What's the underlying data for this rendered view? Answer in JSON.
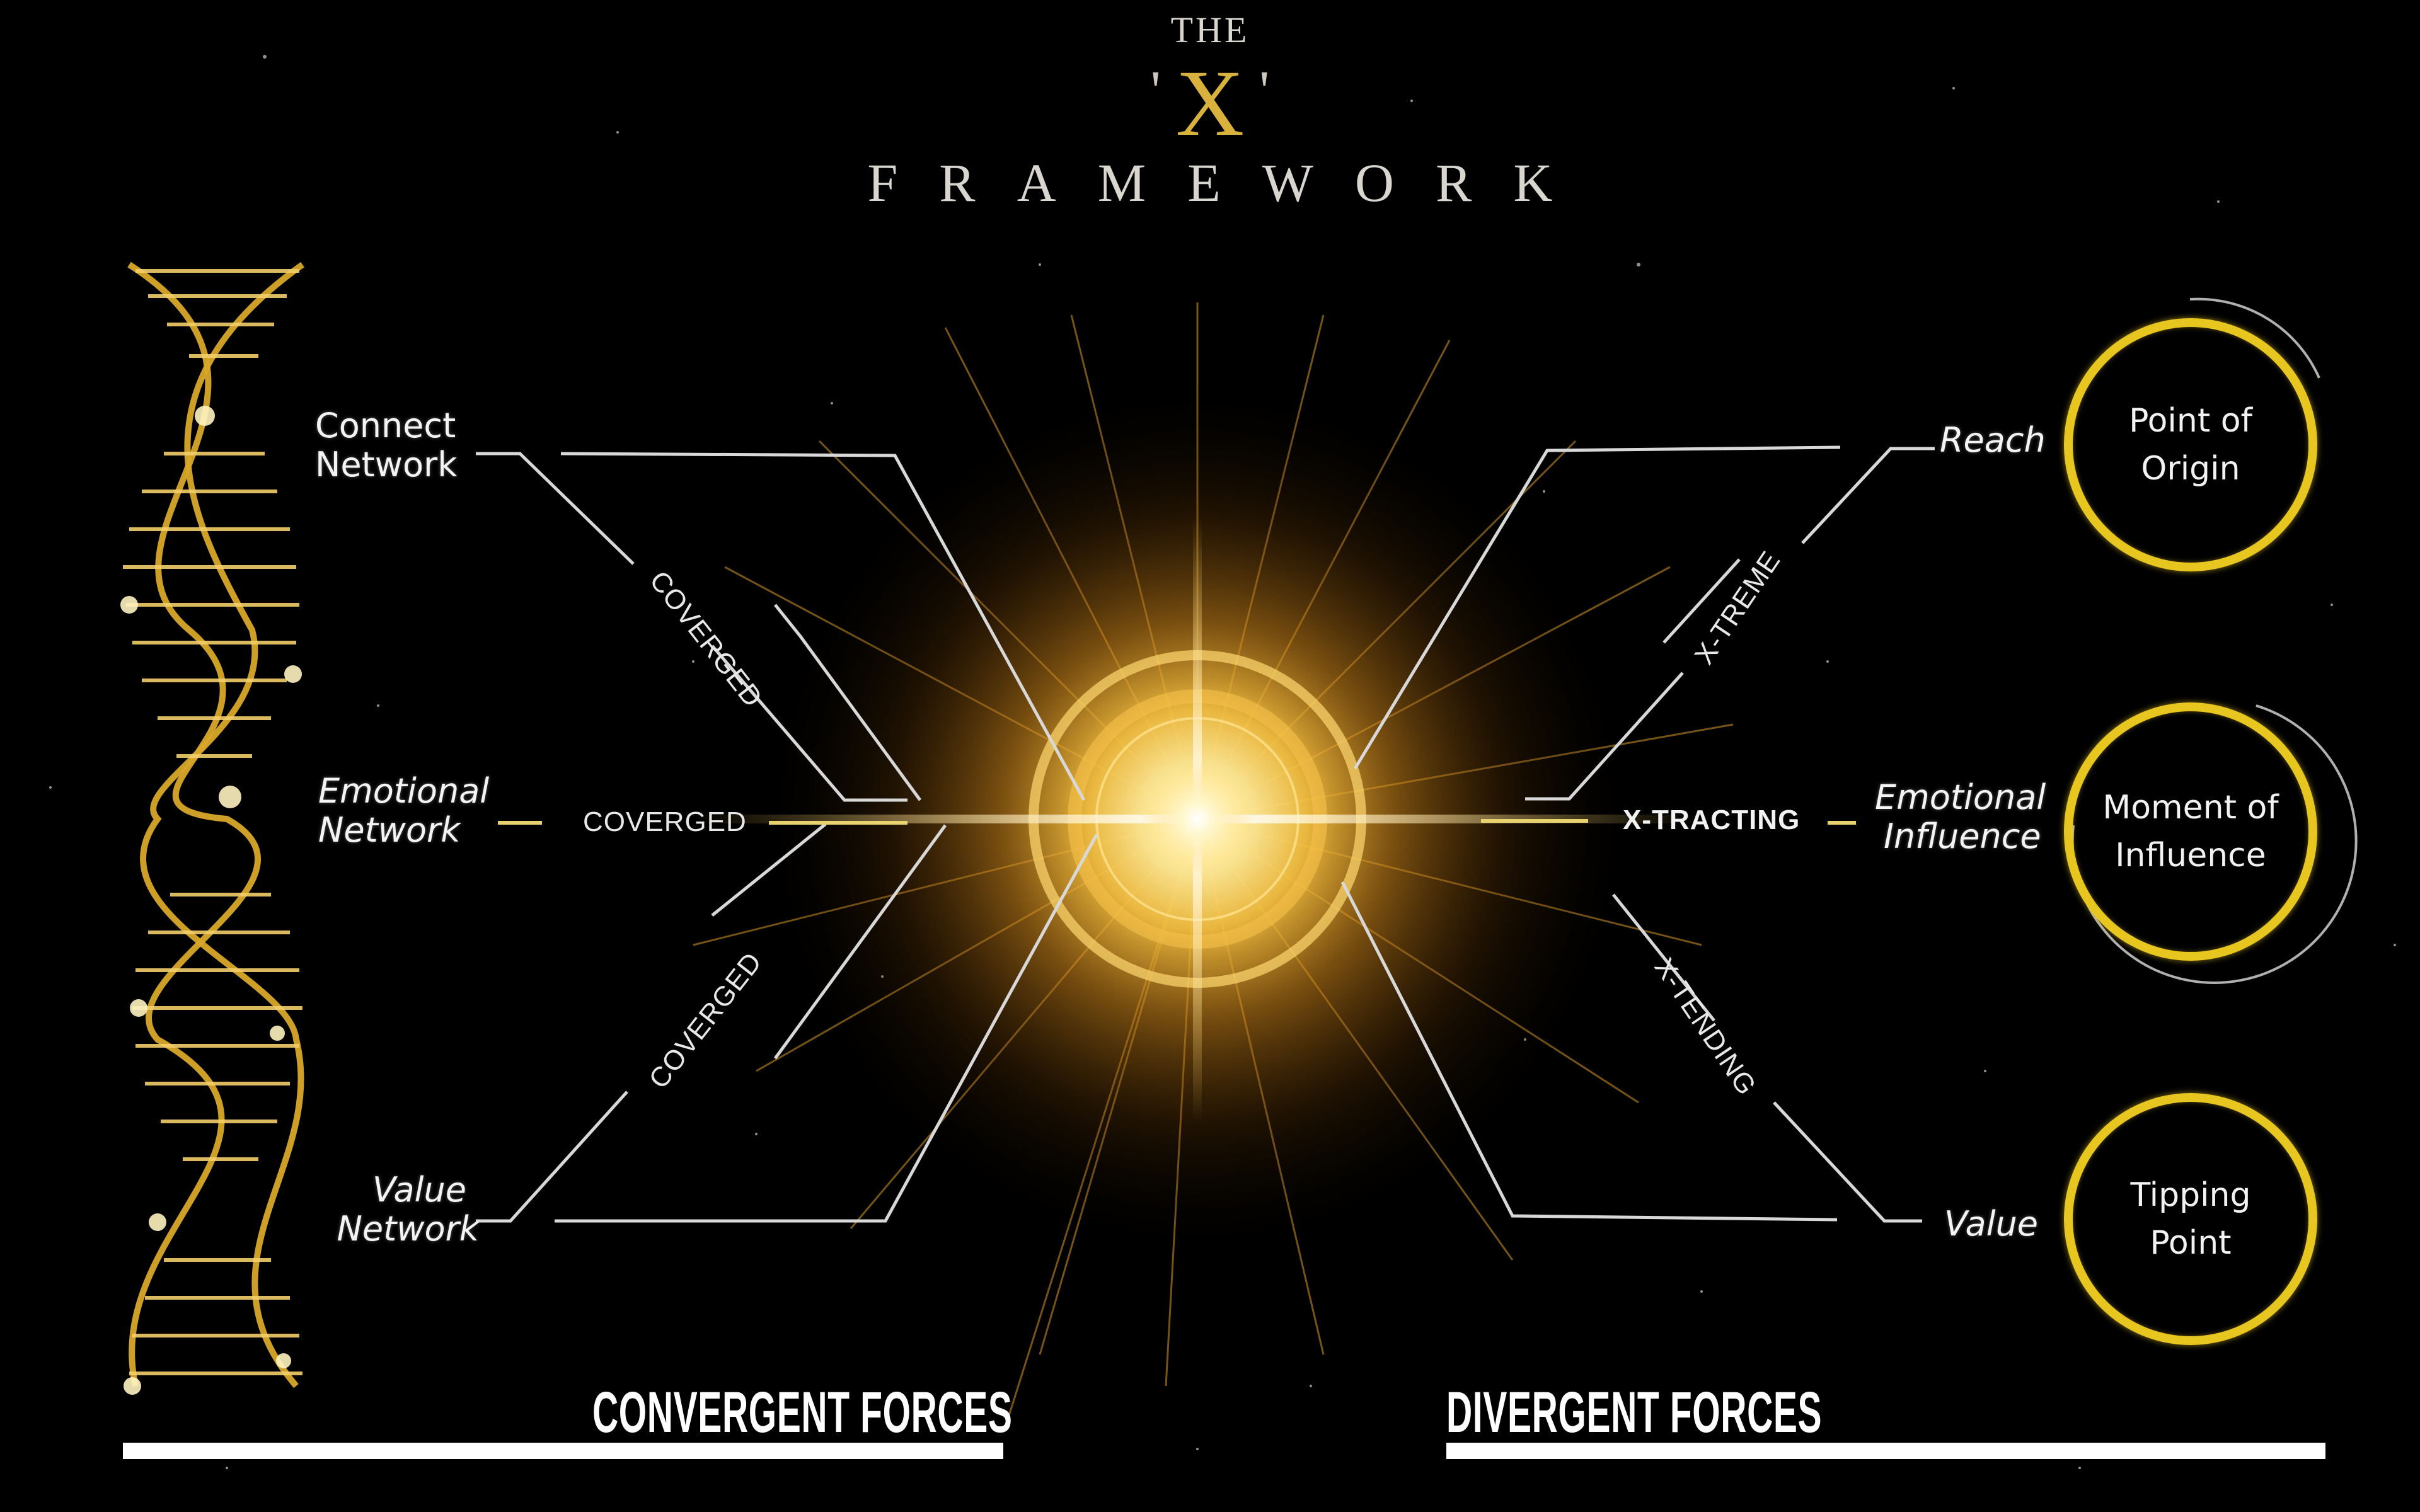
{
  "title": {
    "line1": "THE",
    "quote_left": "'",
    "x_letter": "X",
    "quote_right": "'",
    "line3": "FRAMEWORK"
  },
  "left_labels": {
    "connect_network": [
      "Connect",
      "Network"
    ],
    "emotional_network": [
      "Emotional",
      "Network"
    ],
    "value_network": [
      "Value",
      "Network"
    ]
  },
  "left_paths": {
    "upper": "COVERGED",
    "middle": "COVERGED",
    "lower": "COVERGED"
  },
  "right_paths": {
    "upper": "X-TREME",
    "middle": "X-TRACTING",
    "lower": "X-TENDING"
  },
  "right_labels": {
    "reach": "Reach",
    "emotional_influence": [
      "Emotional",
      "Influence"
    ],
    "value": "Value"
  },
  "circles": [
    {
      "line1": "Point of",
      "line2": "Origin"
    },
    {
      "line1": "Moment of",
      "line2": "Influence"
    },
    {
      "line1": "Tipping",
      "line2": "Point"
    }
  ],
  "footer": {
    "convergent": "CONVERGENT FORCES",
    "divergent": "DIVERGENT FORCES"
  },
  "colors": {
    "background": "#000000",
    "gold": "#e8c620",
    "burst_gold": "#f0b030",
    "line_silver": "#d8d8d8",
    "text": "#f2f2f2"
  }
}
